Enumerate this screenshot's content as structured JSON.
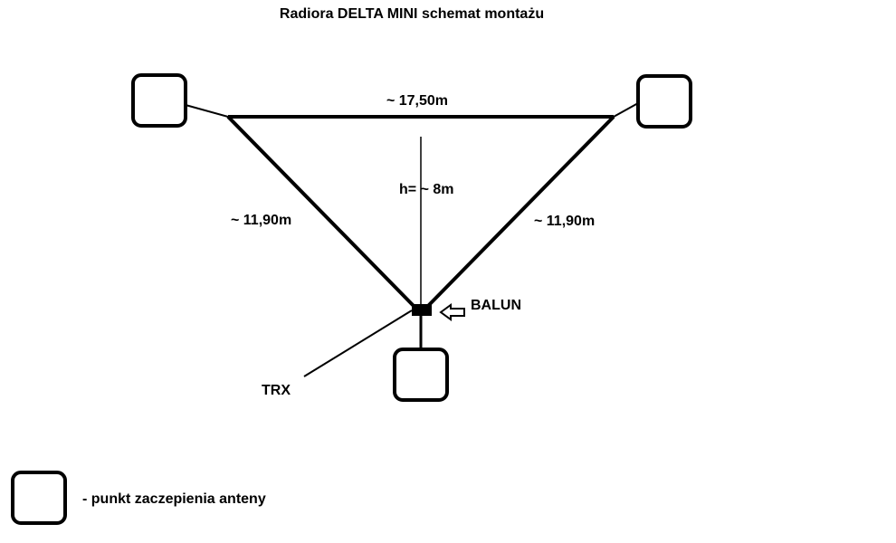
{
  "title": "Radiora DELTA MINI schemat montażu",
  "labels": {
    "top_side": "~ 17,50m",
    "left_side": "~ 11,90m",
    "right_side": "~ 11,90m",
    "height": "h= ~ 8m",
    "balun": "BALUN",
    "trx": "TRX"
  },
  "legend": {
    "text": "- punkt zaczepienia anteny"
  },
  "colors": {
    "line": "#000000",
    "background": "#ffffff"
  }
}
